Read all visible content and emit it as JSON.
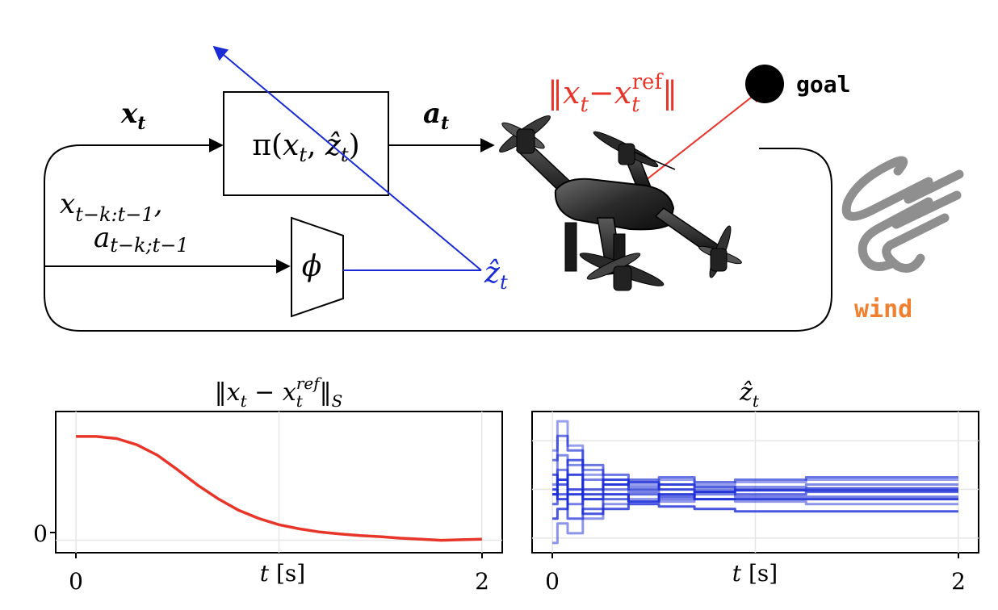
{
  "diagram": {
    "input_state_label": "x_t",
    "policy_label": "π(x_t, ẑ_t)",
    "action_label": "a_t",
    "history_label_line1": "x_{t−k:t−1},",
    "history_label_line2": "a_{t−k;t−1}",
    "encoder_label": "ϕ",
    "latent_label": "ẑ_t",
    "error_label": "‖x_t − x_t^ref‖",
    "goal_label": "goal",
    "wind_label": "wind",
    "colors": {
      "latent": "#1a2bd6",
      "error": "#e8352a",
      "wind": "#f07f2f",
      "wind_icon": "#8f8f8f"
    },
    "icons": [
      "quadrotor-drone-icon",
      "wind-icon",
      "goal-marker-icon"
    ]
  },
  "chart_data": [
    {
      "type": "line",
      "title": "‖x_t − x_t^ref‖_S",
      "xlabel": "t [s]",
      "ylabel": "",
      "x_ticks": [
        "0",
        "2"
      ],
      "y_ticks": [
        "0"
      ],
      "xlim": [
        -0.1,
        2.1
      ],
      "ylim": [
        -0.12,
        1.24
      ],
      "grid": true,
      "series": [
        {
          "color": "#e8352a",
          "x": [
            0,
            0.1,
            0.2,
            0.3,
            0.4,
            0.5,
            0.6,
            0.7,
            0.8,
            0.9,
            1.0,
            1.1,
            1.2,
            1.3,
            1.4,
            1.5,
            1.6,
            1.7,
            1.8,
            1.9,
            2.0
          ],
          "y": [
            1.0,
            1.0,
            0.98,
            0.92,
            0.82,
            0.68,
            0.53,
            0.4,
            0.29,
            0.21,
            0.15,
            0.11,
            0.08,
            0.06,
            0.045,
            0.035,
            0.02,
            0.01,
            0.0,
            0.005,
            0.01
          ]
        }
      ]
    },
    {
      "type": "line",
      "title": "ẑ_t",
      "xlabel": "t [s]",
      "ylabel": "",
      "x_ticks": [
        "0",
        "2"
      ],
      "xlim": [
        -0.1,
        2.1
      ],
      "ylim": [
        -1.2,
        1.7
      ],
      "grid": true,
      "series": [
        {
          "color": "#1a2bd6",
          "x": [
            0,
            0.05,
            0.1,
            0.2,
            0.3,
            0.45,
            0.6,
            0.8,
            1.0,
            1.5,
            2.0
          ],
          "y": [
            0.9,
            1.5,
            1.0,
            0.4,
            0.3,
            0.2,
            0.3,
            0.2,
            0.25,
            0.3,
            0.3
          ]
        },
        {
          "color": "#1a2bd6",
          "x": [
            0,
            0.05,
            0.1,
            0.2,
            0.3,
            0.45,
            0.6,
            0.8,
            1.0,
            1.5,
            2.0
          ],
          "y": [
            -1.0,
            -0.6,
            -0.8,
            -0.5,
            -0.2,
            -0.1,
            -0.15,
            -0.1,
            -0.15,
            -0.2,
            -0.2
          ]
        },
        {
          "color": "#1a2bd6",
          "x": [
            0,
            0.05,
            0.1,
            0.2,
            0.3,
            0.45,
            0.6,
            0.8,
            1.0,
            1.5,
            2.0
          ],
          "y": [
            0.2,
            0.8,
            0.6,
            0.5,
            0.2,
            0.15,
            0.2,
            0.1,
            0.15,
            0.2,
            0.2
          ]
        },
        {
          "color": "#1a2bd6",
          "x": [
            0,
            0.05,
            0.1,
            0.2,
            0.3,
            0.45,
            0.6,
            0.8,
            1.0,
            1.5,
            2.0
          ],
          "y": [
            0.0,
            0.5,
            -0.2,
            0.3,
            0.1,
            0.05,
            -0.1,
            0.0,
            -0.05,
            -0.05,
            -0.05
          ]
        },
        {
          "color": "#1a2bd6",
          "x": [
            0,
            0.05,
            0.1,
            0.2,
            0.3,
            0.45,
            0.6,
            0.8,
            1.0,
            1.5,
            2.0
          ],
          "y": [
            0.7,
            1.2,
            0.9,
            0.6,
            0.4,
            0.3,
            0.35,
            0.25,
            0.3,
            0.35,
            0.35
          ]
        },
        {
          "color": "#1a2bd6",
          "x": [
            0,
            0.05,
            0.1,
            0.2,
            0.3,
            0.45,
            0.6,
            0.8,
            1.0,
            1.5,
            2.0
          ],
          "y": [
            -0.2,
            0.0,
            -0.5,
            -0.3,
            -0.1,
            0.0,
            -0.05,
            0.05,
            0.0,
            0.05,
            0.05
          ]
        },
        {
          "color": "#1a2bd6",
          "x": [
            0,
            0.05,
            0.1,
            0.2,
            0.3,
            0.45,
            0.6,
            0.8,
            1.0,
            1.5,
            2.0
          ],
          "y": [
            0.4,
            0.2,
            0.7,
            0.1,
            0.3,
            0.1,
            0.2,
            0.15,
            0.1,
            0.12,
            0.12
          ]
        },
        {
          "color": "#1a2bd6",
          "x": [
            0,
            0.05,
            0.1,
            0.2,
            0.3,
            0.45,
            0.6,
            0.8,
            1.0,
            1.5,
            2.0
          ],
          "y": [
            -0.5,
            -0.3,
            0.1,
            -0.4,
            -0.3,
            -0.2,
            -0.25,
            -0.3,
            -0.35,
            -0.35,
            -0.35
          ]
        },
        {
          "color": "#1a2bd6",
          "x": [
            0,
            0.05,
            0.1,
            0.2,
            0.3,
            0.45,
            0.6,
            0.8,
            1.0,
            1.5,
            2.0
          ],
          "y": [
            0.1,
            -0.1,
            0.4,
            0.0,
            0.2,
            0.25,
            0.1,
            0.05,
            0.08,
            0.08,
            0.08
          ]
        },
        {
          "color": "#1a2bd6",
          "x": [
            0,
            0.05,
            0.1,
            0.2,
            0.3,
            0.45,
            0.6,
            0.8,
            1.0,
            1.5,
            2.0
          ],
          "y": [
            0.0,
            0.3,
            0.0,
            -0.1,
            0.0,
            -0.15,
            0.0,
            -0.1,
            -0.1,
            -0.1,
            -0.1
          ]
        }
      ]
    }
  ]
}
